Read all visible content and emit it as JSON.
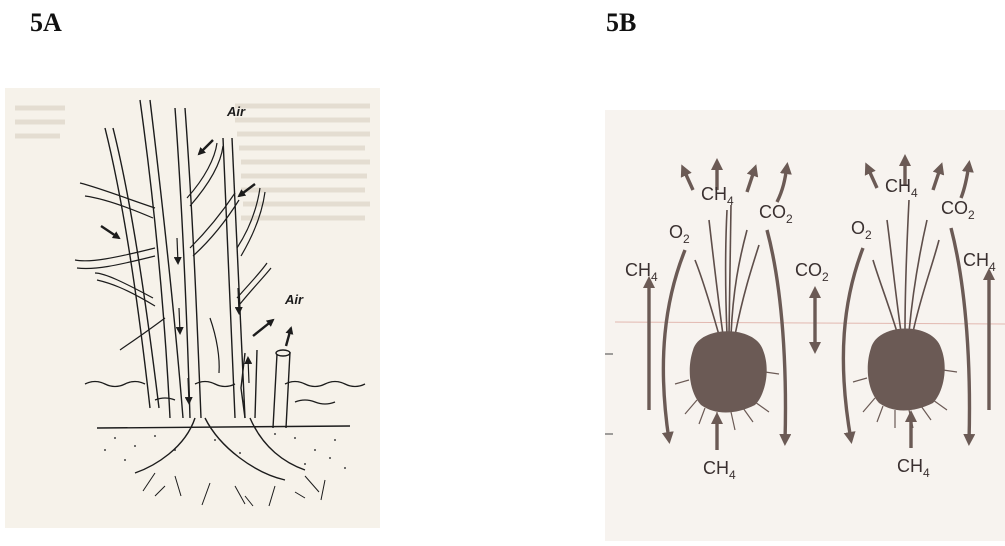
{
  "panels": [
    {
      "label": "5A",
      "annotations": {
        "air_top": "Air",
        "air_mid": "Air"
      }
    },
    {
      "label": "5B",
      "gases": {
        "ch4": "CH",
        "co2": "CO",
        "o2": "O",
        "sub4": "4",
        "sub2": "2"
      }
    }
  ],
  "colors": {
    "ink": "#1c1c1c",
    "paper_a": "#f6f2ea",
    "paper_b": "#f7f3ef",
    "roots": "#6b5a55",
    "arrow_b": "#6b5a55"
  }
}
